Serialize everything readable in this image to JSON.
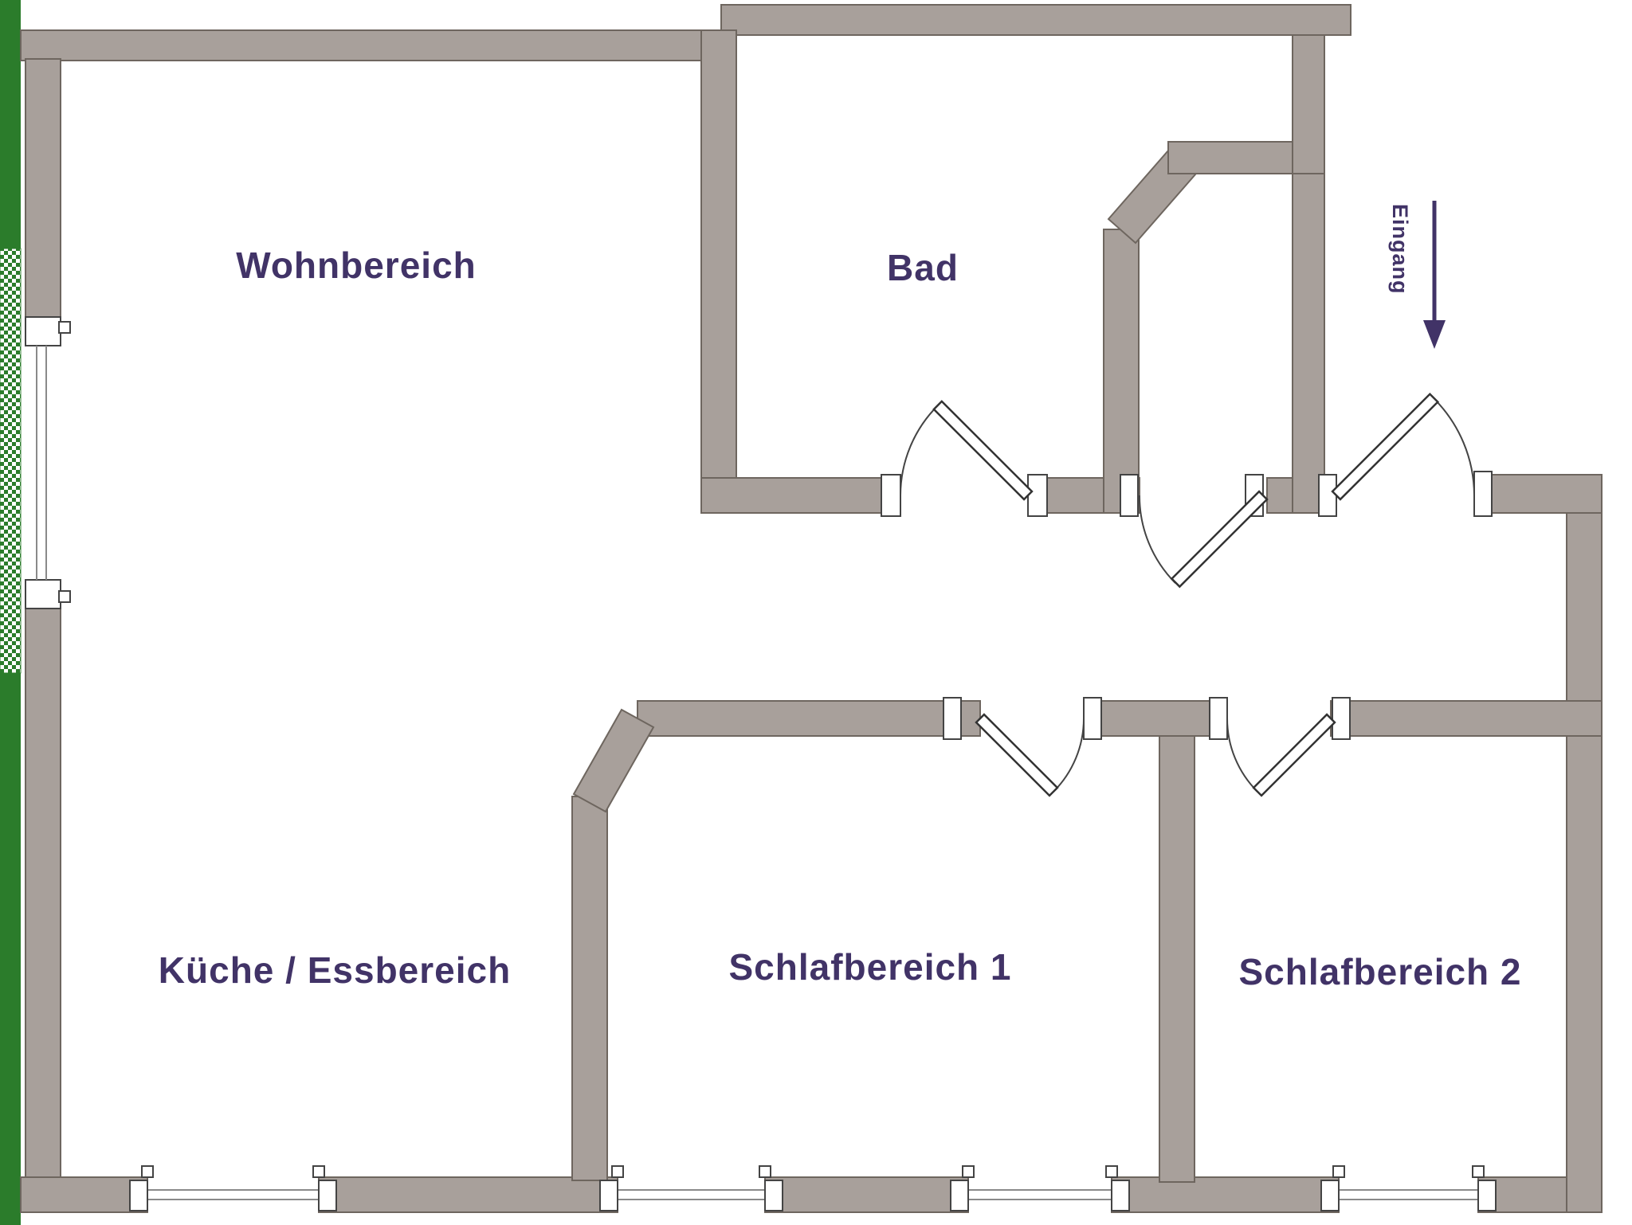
{
  "rooms": [
    {
      "label": "Wohnbereich"
    },
    {
      "label": "Bad"
    },
    {
      "label": "Küche / Essbereich"
    },
    {
      "label": "Schlafbereich 1"
    },
    {
      "label": "Schlafbereich 2"
    }
  ],
  "entrance": {
    "label": "Eingang"
  },
  "colors": {
    "wall_fill": "#a8a09b",
    "wall_outline": "#6e665f",
    "balcony_green": "#2b7c2b",
    "label_text": "#413367",
    "door_line": "#444444"
  }
}
